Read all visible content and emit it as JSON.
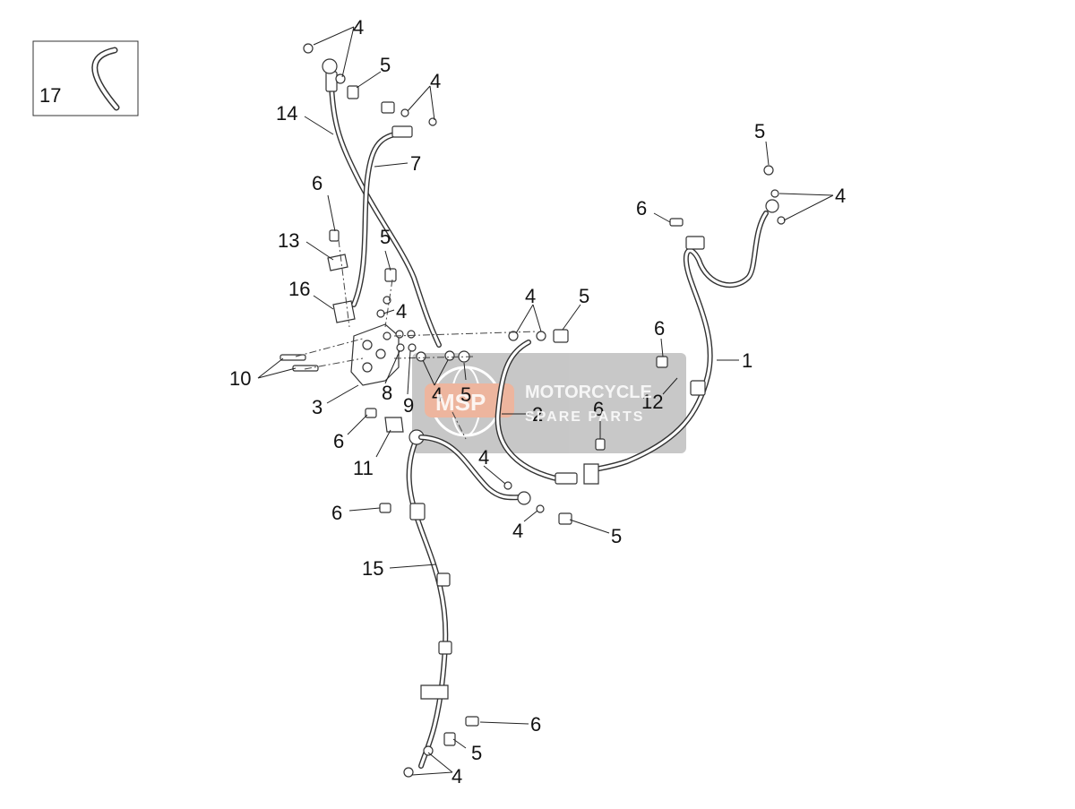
{
  "inset": {
    "label": "17"
  },
  "watermark": {
    "logo": "MSP",
    "line1": "MOTORCYCLE",
    "line2": "SPARE PARTS"
  },
  "callouts": {
    "c4a": "4",
    "c5a": "5",
    "c4b": "4",
    "c14": "14",
    "c7": "7",
    "c6a": "6",
    "c13": "13",
    "c5b": "5",
    "c16": "16",
    "c4c": "4",
    "c10": "10",
    "c3": "3",
    "c8": "8",
    "c9": "9",
    "c4d": "4",
    "c5c": "5",
    "c4e": "4",
    "c5d": "5",
    "c2": "2",
    "c6b": "6",
    "c11": "11",
    "c4f": "4",
    "c6c": "6",
    "c4g": "4",
    "c5e": "5",
    "c15": "15",
    "c6d": "6",
    "c5f": "5",
    "c4h": "4",
    "c5g": "5",
    "c4i": "4",
    "c6e": "6",
    "c6f": "6",
    "c1": "1",
    "c12": "12",
    "c6g": "6"
  }
}
